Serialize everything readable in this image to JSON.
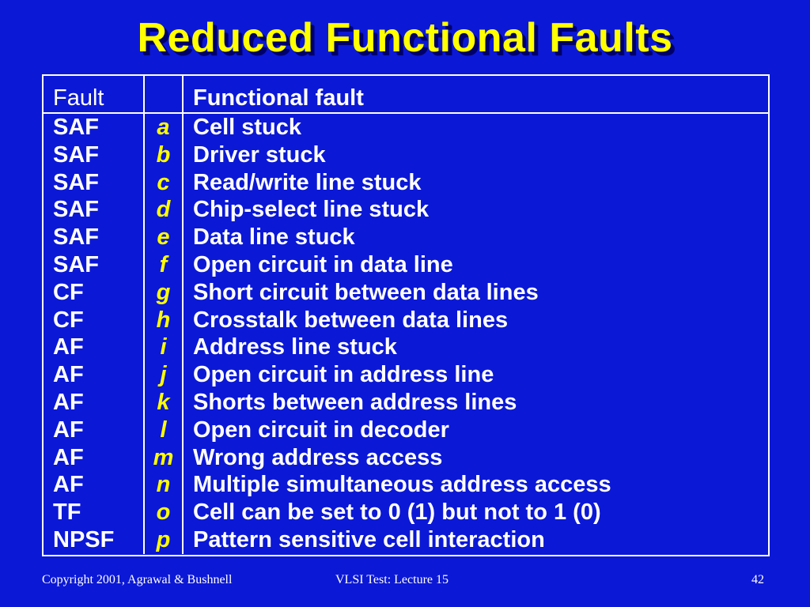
{
  "title": "Reduced Functional Faults",
  "table": {
    "headers": [
      "Fault",
      "",
      "Functional fault"
    ],
    "rows": [
      {
        "fault": "SAF",
        "letter": "a",
        "description": "Cell stuck"
      },
      {
        "fault": "SAF",
        "letter": "b",
        "description": "Driver stuck"
      },
      {
        "fault": "SAF",
        "letter": "c",
        "description": "Read/write line stuck"
      },
      {
        "fault": "SAF",
        "letter": "d",
        "description": "Chip-select line stuck"
      },
      {
        "fault": "SAF",
        "letter": "e",
        "description": "Data line stuck"
      },
      {
        "fault": "SAF",
        "letter": "f",
        "description": "Open circuit in data line"
      },
      {
        "fault": "CF",
        "letter": "g",
        "description": "Short circuit between data lines"
      },
      {
        "fault": "CF",
        "letter": "h",
        "description": "Crosstalk between data lines"
      },
      {
        "fault": "AF",
        "letter": "i",
        "description": "Address line stuck"
      },
      {
        "fault": "AF",
        "letter": "j",
        "description": "Open circuit in address line"
      },
      {
        "fault": "AF",
        "letter": "k",
        "description": "Shorts between address lines"
      },
      {
        "fault": "AF",
        "letter": "l",
        "description": "Open circuit in decoder"
      },
      {
        "fault": "AF",
        "letter": "m",
        "description": "Wrong address access"
      },
      {
        "fault": "AF",
        "letter": "n",
        "description": "Multiple simultaneous address access"
      },
      {
        "fault": "TF",
        "letter": "o",
        "description": "Cell can be set to 0 (1) but not to 1 (0)"
      },
      {
        "fault": "NPSF",
        "letter": "p",
        "description": "Pattern sensitive cell interaction"
      }
    ]
  },
  "footer": {
    "copyright": "Copyright 2001, Agrawal & Bushnell",
    "course": "VLSI Test: Lecture 15",
    "page_number": "42"
  },
  "colors": {
    "background": "#0b18d6",
    "title": "#ffff00",
    "title_shadow": "#00006a",
    "text": "#ffffff",
    "letter": "#ffff00"
  }
}
